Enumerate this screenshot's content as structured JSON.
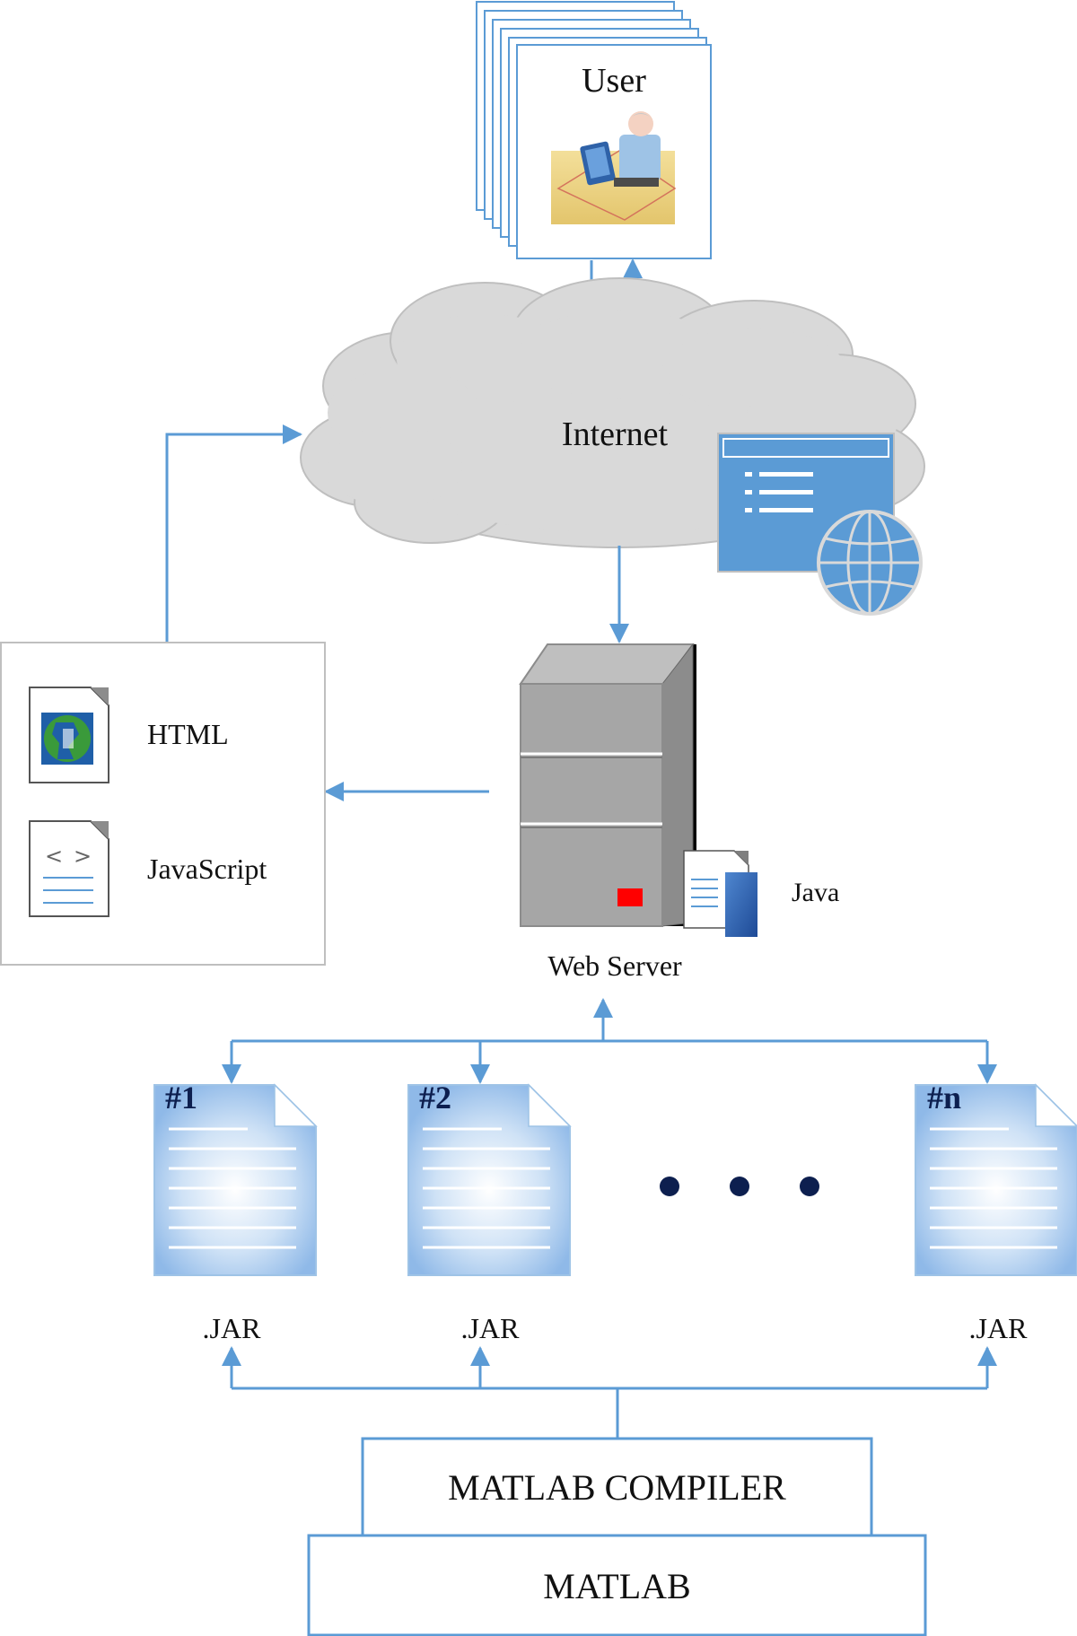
{
  "user": {
    "label": "User"
  },
  "internet": {
    "label": "Internet"
  },
  "web_server": {
    "label": "Web Server",
    "java_label": "Java"
  },
  "client_files": {
    "html_label": "HTML",
    "javascript_label": "JavaScript"
  },
  "jar_files": [
    {
      "number": "#1",
      "label": ".JAR"
    },
    {
      "number": "#2",
      "label": ".JAR"
    },
    {
      "number": "#n",
      "label": ".JAR"
    }
  ],
  "compiler": {
    "label": "MATLAB COMPILER"
  },
  "matlab": {
    "label": "MATLAB"
  },
  "colors": {
    "accent_blue": "#5B9BD5",
    "cloud_gray": "#D9D9D9",
    "server_gray": "#A6A6A6",
    "server_led": "#FF0000",
    "dots": "#0D1F4F"
  }
}
